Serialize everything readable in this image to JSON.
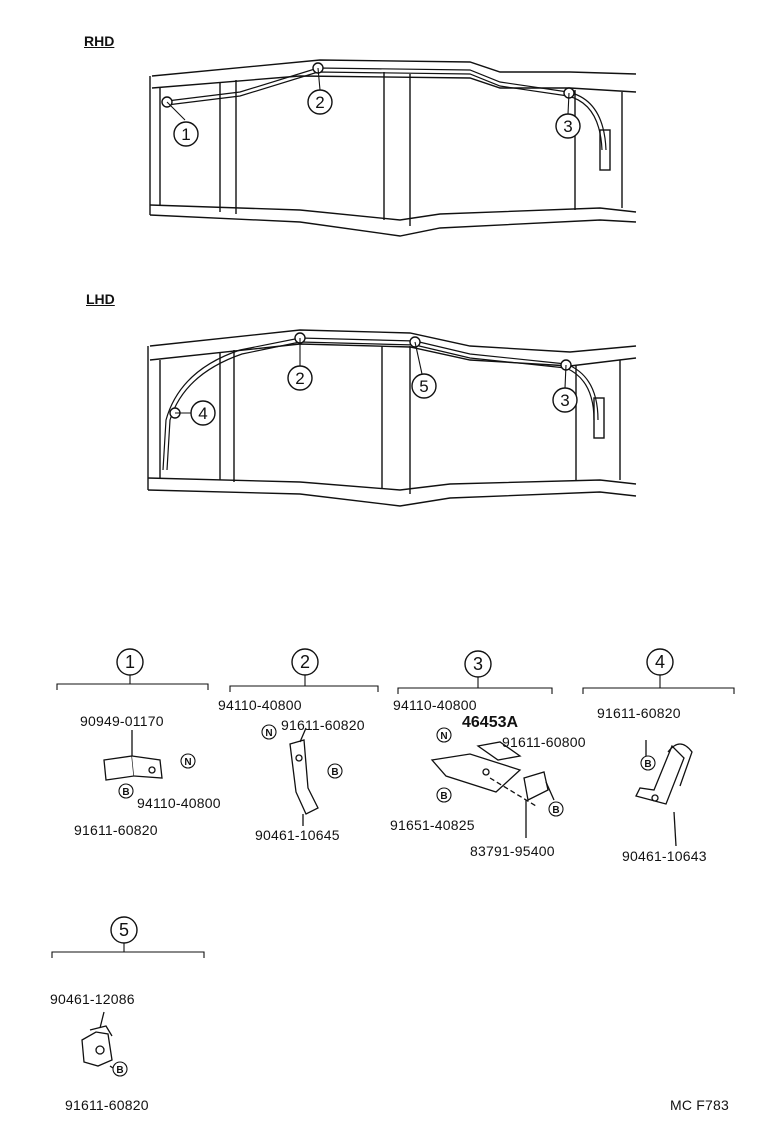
{
  "headers": {
    "rhd": "RHD",
    "lhd": "LHD"
  },
  "frame_callouts": {
    "rhd": [
      "1",
      "2",
      "3"
    ],
    "lhd": [
      "4",
      "2",
      "5",
      "3"
    ]
  },
  "groups": {
    "g1": {
      "num": "1",
      "parts": [
        "90949-01170",
        "94110-40800",
        "91611-60820"
      ],
      "icons": [
        "N",
        "B"
      ]
    },
    "g2": {
      "num": "2",
      "parts": [
        "94110-40800",
        "91611-60820",
        "90461-10645"
      ],
      "icons": [
        "N",
        "B"
      ]
    },
    "g3": {
      "num": "3",
      "parts": [
        "94110-40800",
        "46453A",
        "91611-60800",
        "91651-40825",
        "83791-95400"
      ],
      "icons": [
        "N",
        "B",
        "B"
      ]
    },
    "g4": {
      "num": "4",
      "parts": [
        "91611-60820",
        "90461-10643"
      ],
      "icons": [
        "B"
      ]
    },
    "g5": {
      "num": "5",
      "parts": [
        "90461-12086",
        "91611-60820"
      ],
      "icons": [
        "B"
      ]
    }
  },
  "footer_code": "MC F783"
}
